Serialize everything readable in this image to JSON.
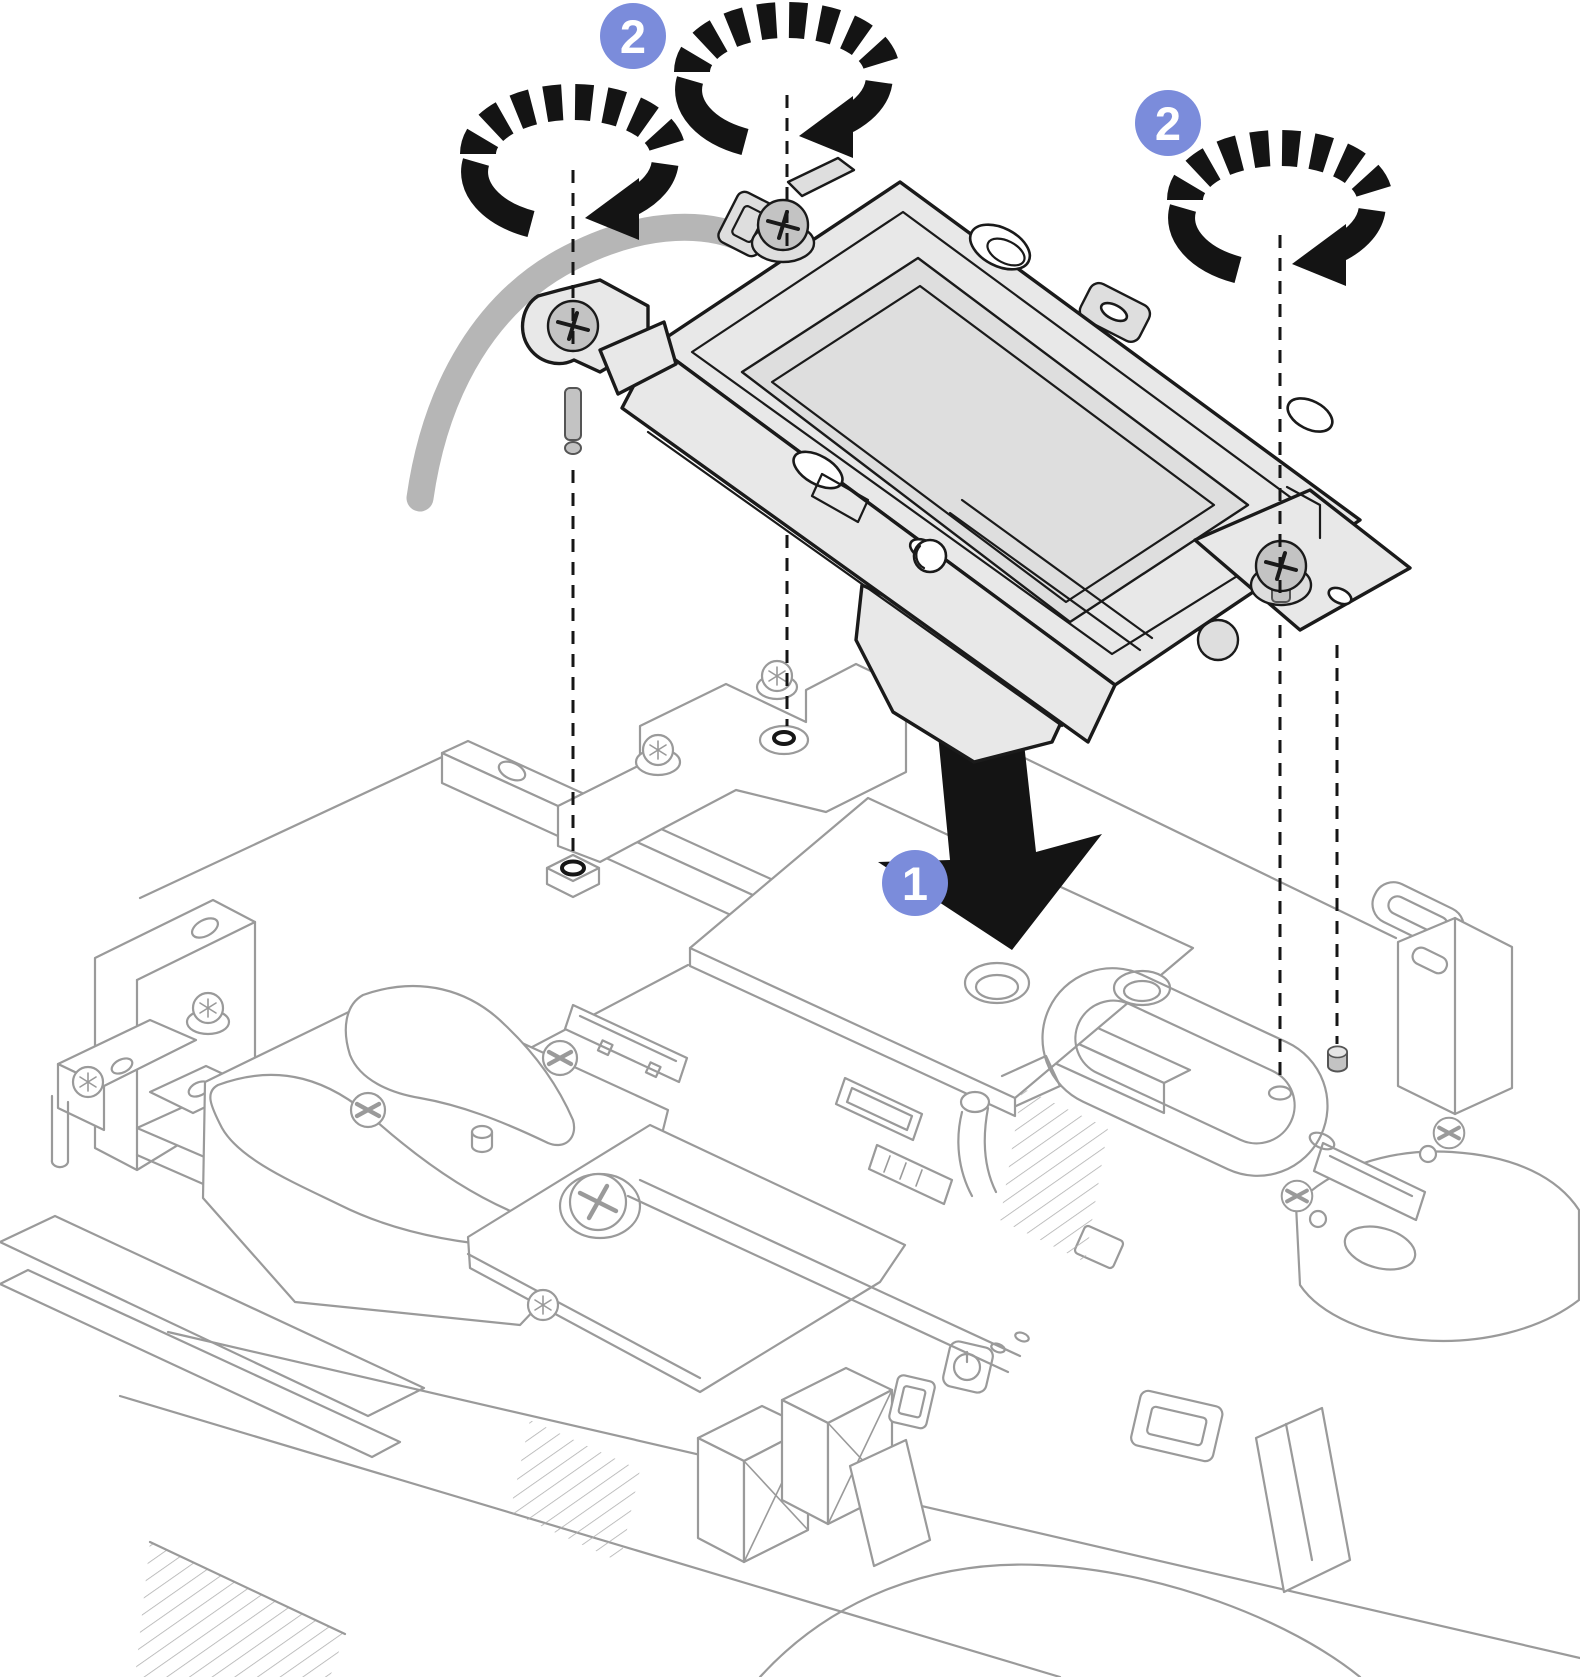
{
  "diagram": {
    "kind": "hardware-installation-line-art",
    "visible_text": [
      "2",
      "2",
      "1"
    ]
  },
  "steps": {
    "place": {
      "label": "1",
      "meaning": "lower drive cage onto chassis"
    },
    "fasten": {
      "label": "2",
      "meaning": "fasten captive screws with screwdriver"
    }
  },
  "icons": {
    "torque_screwdriver": "striped-ring-with-counterclockwise-arrow",
    "down_arrow": "solid-black-arrow",
    "captive_screw": "phillips-head-screw",
    "alignment_pin": "small-gray-pin"
  },
  "colors": {
    "badge-blue": "#7b8cdb",
    "icon-black": "#141414",
    "tray-line": "#1a1a1a",
    "tray-fill": "#e8e8e8",
    "chassis-line": "#9a9a9a",
    "cable-gray": "#b6b6b6",
    "screw-gray": "#c3c3c3"
  }
}
